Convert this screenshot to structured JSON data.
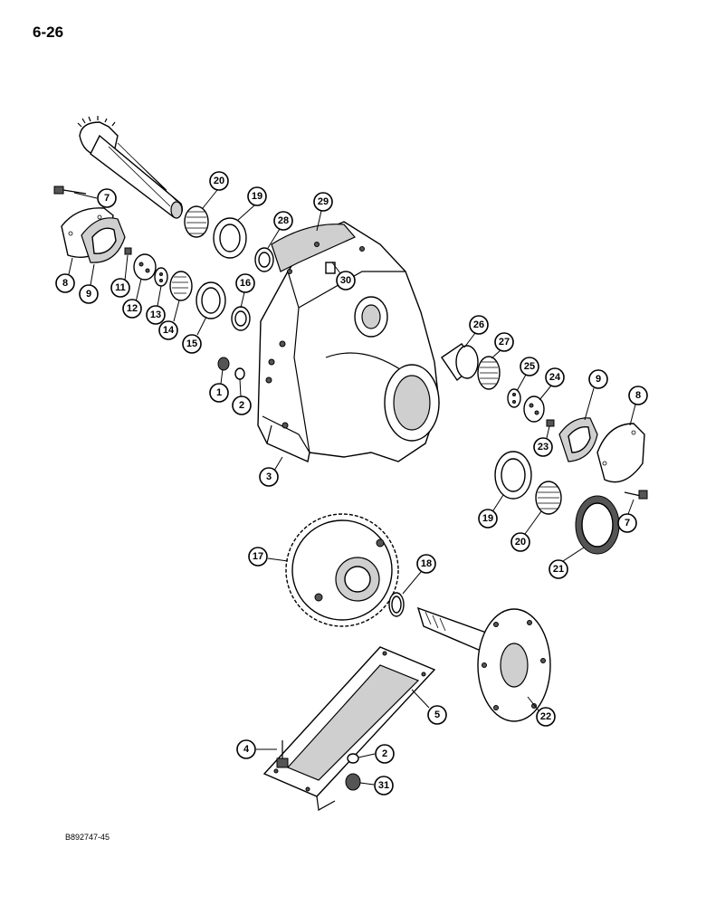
{
  "page": {
    "number": "6-26",
    "figure_code": "B892747-45"
  },
  "callouts": [
    {
      "id": "c-7a",
      "label": "7"
    },
    {
      "id": "c-8a",
      "label": "8"
    },
    {
      "id": "c-9a",
      "label": "9"
    },
    {
      "id": "c-11",
      "label": "11"
    },
    {
      "id": "c-12",
      "label": "12"
    },
    {
      "id": "c-13",
      "label": "13"
    },
    {
      "id": "c-14",
      "label": "14"
    },
    {
      "id": "c-15",
      "label": "15"
    },
    {
      "id": "c-16",
      "label": "16"
    },
    {
      "id": "c-20a",
      "label": "20"
    },
    {
      "id": "c-19a",
      "label": "19"
    },
    {
      "id": "c-28",
      "label": "28"
    },
    {
      "id": "c-29",
      "label": "29"
    },
    {
      "id": "c-30",
      "label": "30"
    },
    {
      "id": "c-1",
      "label": "1"
    },
    {
      "id": "c-2a",
      "label": "2"
    },
    {
      "id": "c-3",
      "label": "3"
    },
    {
      "id": "c-26",
      "label": "26"
    },
    {
      "id": "c-27",
      "label": "27"
    },
    {
      "id": "c-25",
      "label": "25"
    },
    {
      "id": "c-24",
      "label": "24"
    },
    {
      "id": "c-9b",
      "label": "9"
    },
    {
      "id": "c-8b",
      "label": "8"
    },
    {
      "id": "c-23",
      "label": "23"
    },
    {
      "id": "c-19b",
      "label": "19"
    },
    {
      "id": "c-20b",
      "label": "20"
    },
    {
      "id": "c-7b",
      "label": "7"
    },
    {
      "id": "c-21",
      "label": "21"
    },
    {
      "id": "c-17",
      "label": "17"
    },
    {
      "id": "c-18",
      "label": "18"
    },
    {
      "id": "c-5",
      "label": "5"
    },
    {
      "id": "c-22",
      "label": "22"
    },
    {
      "id": "c-4",
      "label": "4"
    },
    {
      "id": "c-2b",
      "label": "2"
    },
    {
      "id": "c-31",
      "label": "31"
    }
  ]
}
